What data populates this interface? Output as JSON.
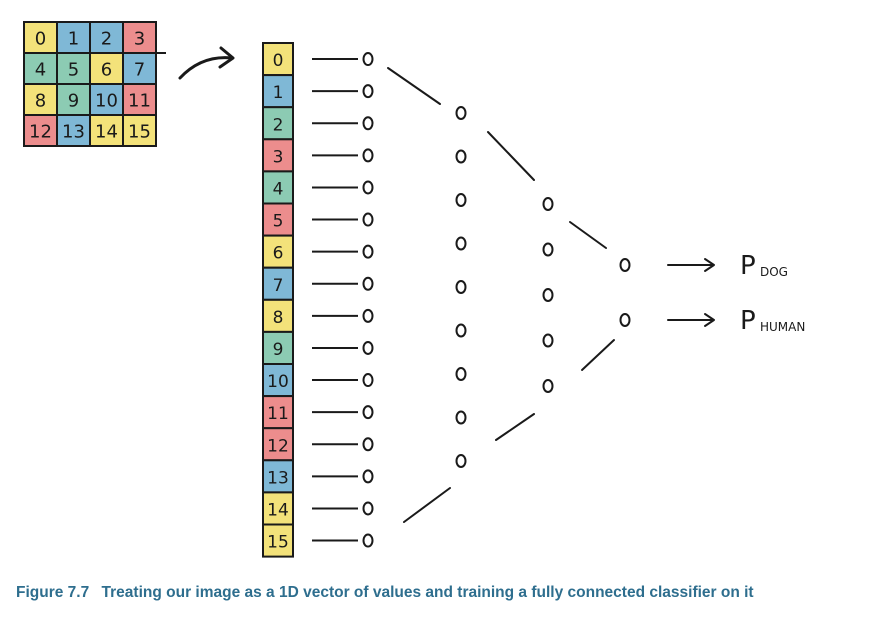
{
  "colors": {
    "yellow": "#f3e27a",
    "blue": "#7fb8d6",
    "teal": "#8ccbb3",
    "red": "#ec8d8d",
    "ink": "#1a1a1a",
    "caption": "#2e6e8e"
  },
  "grid": {
    "cells": [
      {
        "label": "0",
        "color": "yellow"
      },
      {
        "label": "1",
        "color": "blue"
      },
      {
        "label": "2",
        "color": "blue"
      },
      {
        "label": "3",
        "color": "red"
      },
      {
        "label": "4",
        "color": "teal"
      },
      {
        "label": "5",
        "color": "teal"
      },
      {
        "label": "6",
        "color": "yellow"
      },
      {
        "label": "7",
        "color": "blue"
      },
      {
        "label": "8",
        "color": "yellow"
      },
      {
        "label": "9",
        "color": "teal"
      },
      {
        "label": "10",
        "color": "blue"
      },
      {
        "label": "11",
        "color": "red"
      },
      {
        "label": "12",
        "color": "red"
      },
      {
        "label": "13",
        "color": "blue"
      },
      {
        "label": "14",
        "color": "yellow"
      },
      {
        "label": "15",
        "color": "yellow"
      }
    ]
  },
  "vector": {
    "cells": [
      {
        "label": "0",
        "color": "yellow"
      },
      {
        "label": "1",
        "color": "blue"
      },
      {
        "label": "2",
        "color": "teal"
      },
      {
        "label": "3",
        "color": "red"
      },
      {
        "label": "4",
        "color": "teal"
      },
      {
        "label": "5",
        "color": "red"
      },
      {
        "label": "6",
        "color": "yellow"
      },
      {
        "label": "7",
        "color": "blue"
      },
      {
        "label": "8",
        "color": "yellow"
      },
      {
        "label": "9",
        "color": "teal"
      },
      {
        "label": "10",
        "color": "blue"
      },
      {
        "label": "11",
        "color": "red"
      },
      {
        "label": "12",
        "color": "red"
      },
      {
        "label": "13",
        "color": "blue"
      },
      {
        "label": "14",
        "color": "yellow"
      },
      {
        "label": "15",
        "color": "yellow"
      }
    ]
  },
  "network": {
    "layer_sizes": [
      16,
      9,
      5,
      2
    ],
    "node_glyph": "o"
  },
  "outputs": [
    {
      "letter": "P",
      "subscript": "DOG"
    },
    {
      "letter": "P",
      "subscript": "HUMAN"
    }
  ],
  "caption": {
    "figure_label": "Figure 7.7",
    "text": "Treating our image as a 1D vector of values and training a fully connected classifier on it"
  }
}
